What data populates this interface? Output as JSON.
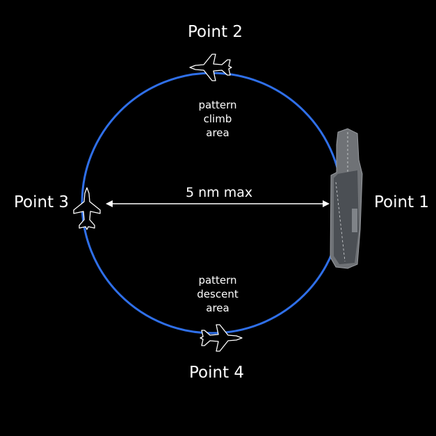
{
  "points": {
    "p1": "Point 1",
    "p2": "Point 2",
    "p3": "Point 3",
    "p4": "Point 4"
  },
  "distance_label": "5 nm max",
  "climb_area": [
    "pattern",
    "climb",
    "area"
  ],
  "descent_area": [
    "pattern",
    "descent",
    "area"
  ],
  "colors": {
    "background": "#000000",
    "circle": "#2f6fe8",
    "text": "#ffffff",
    "carrier_hull": "#6f7276",
    "carrier_deck": "#4b4f54"
  },
  "icons": {
    "aircraft": "fighter-jet-icon",
    "carrier": "aircraft-carrier-icon"
  }
}
